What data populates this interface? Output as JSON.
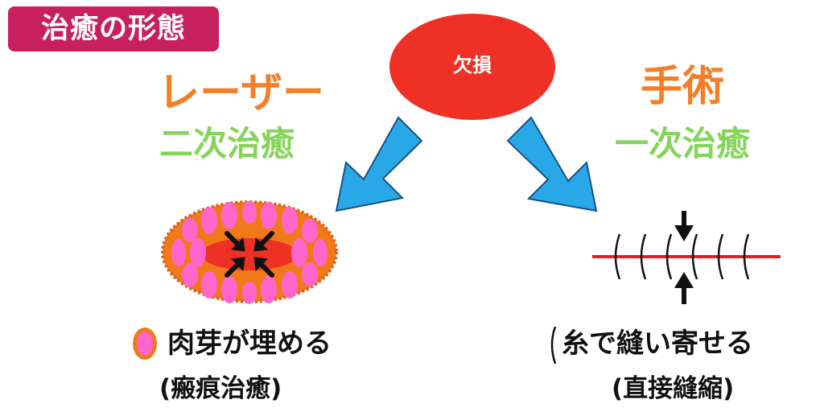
{
  "title": "治癒の形態",
  "center": "欠損",
  "left": {
    "method": "レーザー",
    "healing": "二次治癒",
    "caption": "肉芽が埋める",
    "sub": "(瘢痕治癒)"
  },
  "right": {
    "method": "手術",
    "healing": "一次治癒",
    "caption": "糸で縫い寄せる",
    "sub": "(直接縫縮)"
  },
  "colors": {
    "title_bg": "#c8205c",
    "oval": "#ee3124",
    "method_text": "#f57f29",
    "healing_text": "#86d45a",
    "arrow": "#29a8e8",
    "granulation": "#ff66cc",
    "wound_edge": "#f07a1a"
  }
}
